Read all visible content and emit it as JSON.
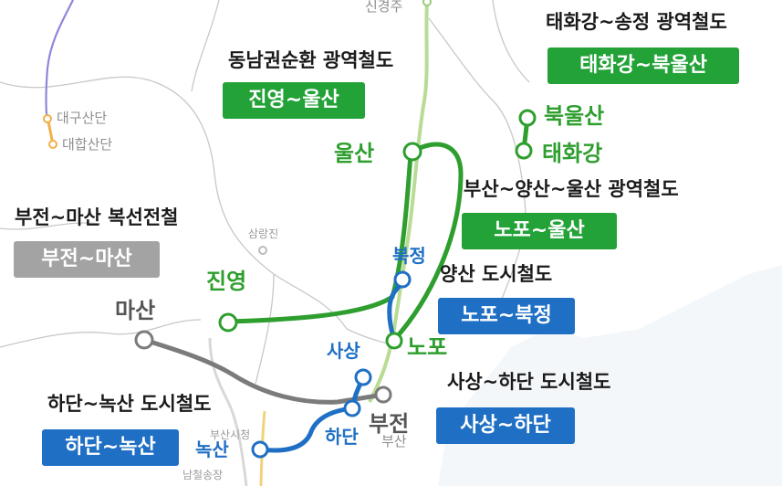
{
  "background_labels": {
    "sinkyeongju": "신경주",
    "daegu_sandan": "대구산단",
    "daehap_sandan": "대합산단",
    "samnangjin": "삼랑진",
    "busan_sicheong": "부산시청",
    "namcheol_songjang": "남철송장",
    "busan_bg": "부산"
  },
  "projects": {
    "taehwa_songjeong": {
      "title": "태화강~송정 광역철도",
      "badge": "태화강~북울산",
      "color": "#23a238"
    },
    "dongnam": {
      "title": "동남권순환 광역철도",
      "badge": "진영~울산",
      "color": "#23a238"
    },
    "bujeon_masan": {
      "title": "부전~마산 복선전철",
      "badge": "부전~마산",
      "color": "#a3a3a3"
    },
    "busan_yangsan_ulsan": {
      "title": "부산~양산~울산 광역철도",
      "badge": "노포~울산",
      "color": "#23a238"
    },
    "yangsan": {
      "title": "양산 도시철도",
      "badge": "노포~북정",
      "color": "#1f6fc5"
    },
    "sasang_hadan": {
      "title": "사상~하단 도시철도",
      "badge": "사상~하단",
      "color": "#1f6fc5"
    },
    "hadan_noksan": {
      "title": "하단~녹산 도시철도",
      "badge": "하단~녹산",
      "color": "#1f6fc5"
    }
  },
  "stations": {
    "bukulsan": "북울산",
    "taehwagang": "태화강",
    "ulsan": "울산",
    "jinyeong": "진영",
    "bukjeong": "북정",
    "nopo": "노포",
    "masan": "마산",
    "sasang": "사상",
    "hadan": "하단",
    "bujeon": "부전",
    "noksan": "녹산"
  }
}
